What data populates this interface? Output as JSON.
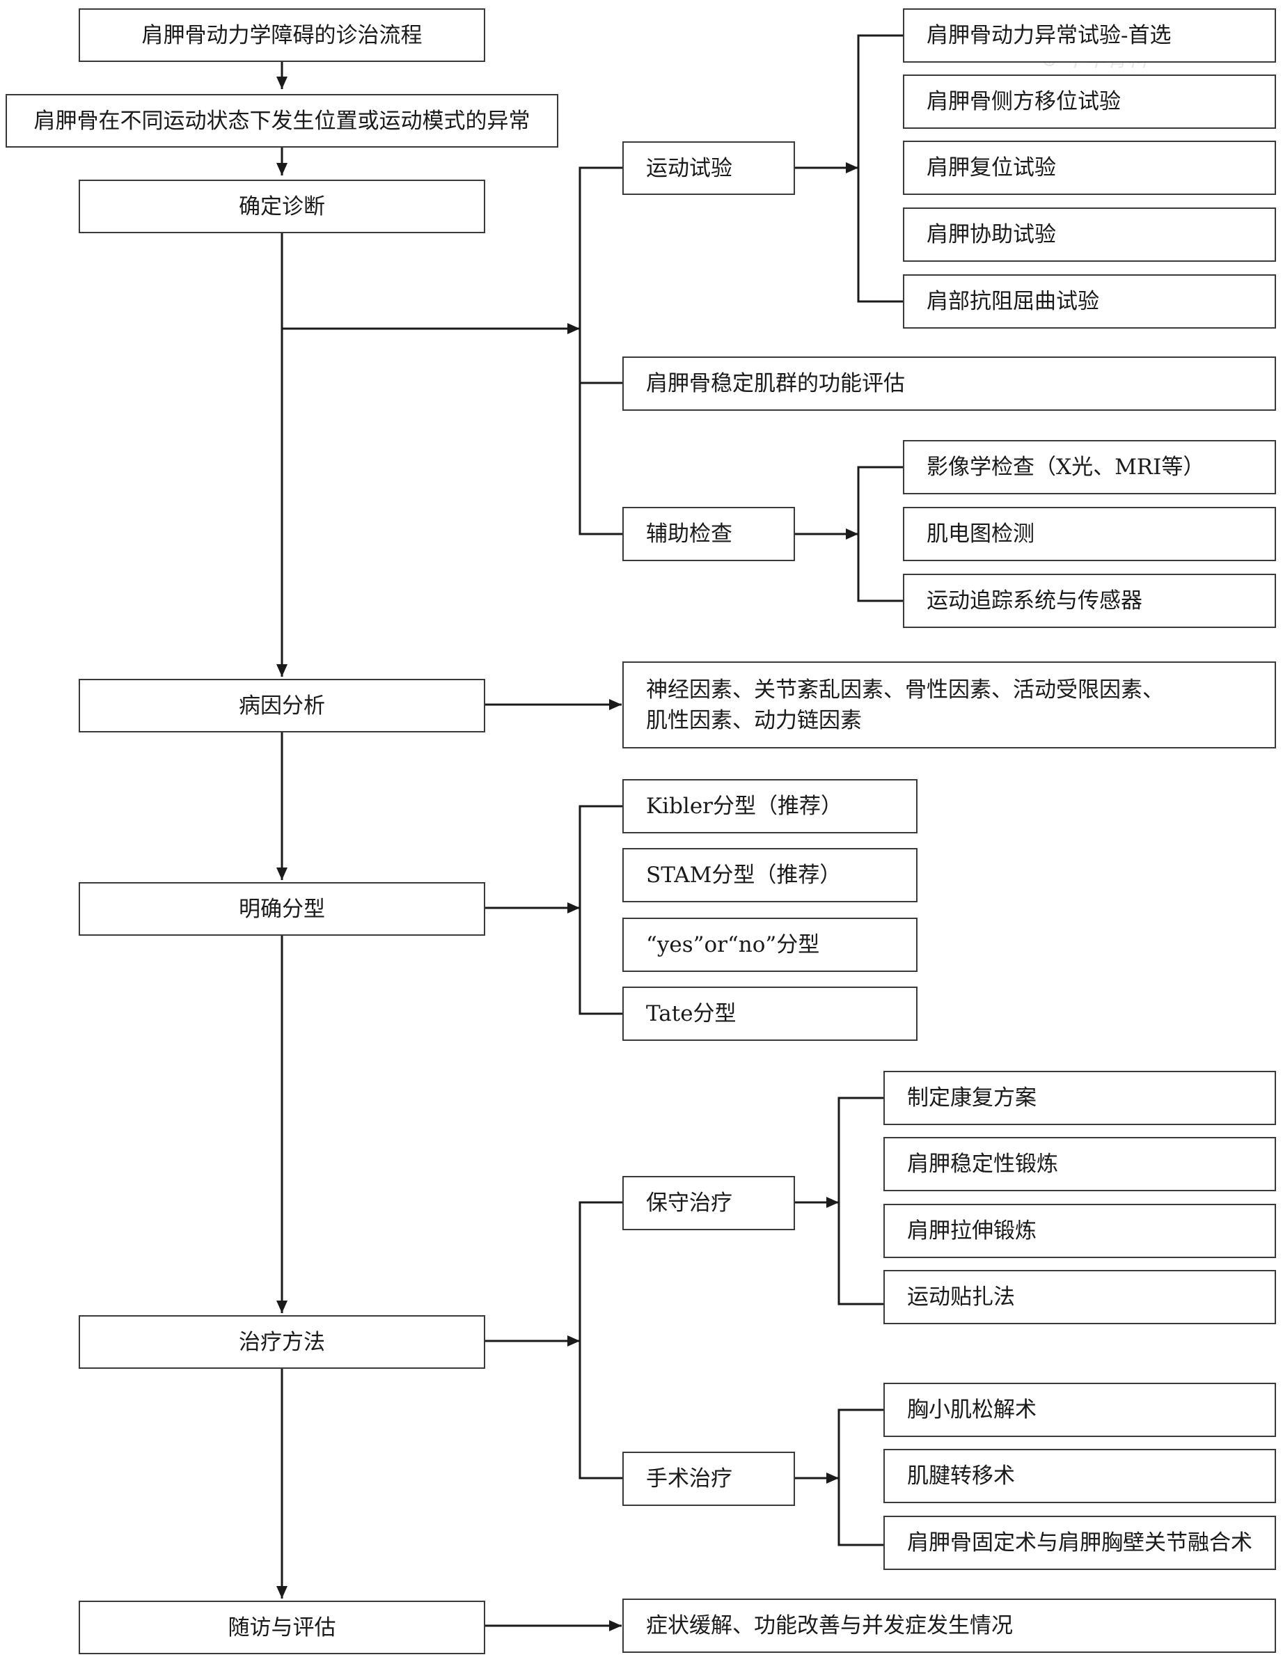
{
  "main": {
    "title": "肩胛骨动力学障碍的诊治流程",
    "definition": "肩胛骨在不同运动状态下发生位置或运动模式的异常",
    "diagnosis": "确定诊断",
    "etiology": "病因分析",
    "classification": "明确分型",
    "treatment": "治疗方法",
    "followup": "随访与评估"
  },
  "diagnosis_branch": {
    "motion_test": "运动试验",
    "motion_tests": [
      "肩胛骨动力异常试验-首选",
      "肩胛骨侧方移位试验",
      "肩胛复位试验",
      "肩胛协助试验",
      "肩部抗阻屈曲试验"
    ],
    "stabilizer_eval": "肩胛骨稳定肌群的功能评估",
    "auxiliary": "辅助检查",
    "auxiliary_items": [
      "影像学检查（X光、MRI等）",
      "肌电图检测",
      "运动追踪系统与传感器"
    ]
  },
  "etiology_factors": {
    "line1": "神经因素、关节紊乱因素、骨性因素、活动受限因素、",
    "line2": "肌性因素、动力链因素"
  },
  "classification_types": [
    "Kibler分型（推荐）",
    "STAM分型（推荐）",
    "“yes”or“no”分型",
    "Tate分型"
  ],
  "treatment_branch": {
    "conservative": "保守治疗",
    "conservative_items": [
      "制定康复方案",
      "肩胛稳定性锻炼",
      "肩胛拉伸锻炼",
      "运动贴扎法"
    ],
    "surgical": "手术治疗",
    "surgical_items": [
      "胸小肌松解术",
      "肌腱转移术",
      "肩胛骨固定术与肩胛胸壁关节融合术"
    ]
  },
  "followup_result": "症状缓解、功能改善与并发症发生情况",
  "style": {
    "line_color": "#1a1a1a",
    "border_color": "#3a3a3a"
  }
}
